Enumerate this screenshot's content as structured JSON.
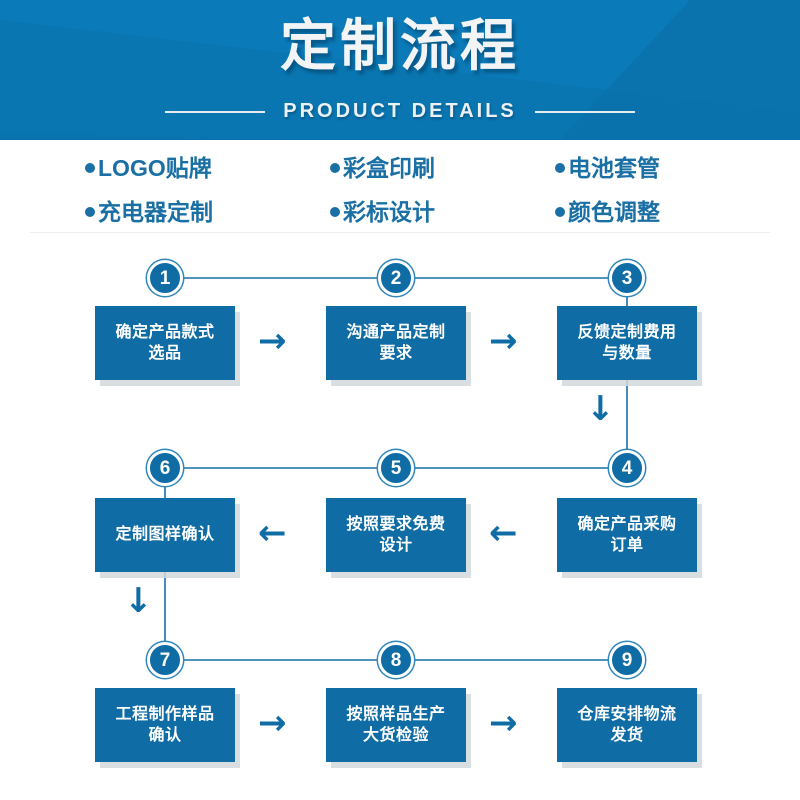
{
  "banner": {
    "title": "定制流程",
    "subtitle": "PRODUCT DETAILS",
    "bg_color": "#0b7ab8",
    "title_color": "#f2f4f5"
  },
  "features": {
    "items": [
      {
        "label": "LOGO贴牌"
      },
      {
        "label": "彩盒印刷"
      },
      {
        "label": "电池套管"
      },
      {
        "label": "充电器定制"
      },
      {
        "label": "彩标设计"
      },
      {
        "label": "颜色调整"
      }
    ],
    "text_color": "#1a6fa4"
  },
  "flowchart": {
    "box_color": "#0f6ca5",
    "line_color": "#1a6fa4",
    "steps": [
      {
        "number": "1",
        "label": "确定产品款式\n选品"
      },
      {
        "number": "2",
        "label": "沟通产品定制\n要求"
      },
      {
        "number": "3",
        "label": "反馈定制费用\n与数量"
      },
      {
        "number": "4",
        "label": "确定产品采购\n订单"
      },
      {
        "number": "5",
        "label": "按照要求免费\n设计"
      },
      {
        "number": "6",
        "label": "定制图样确认"
      },
      {
        "number": "7",
        "label": "工程制作样品\n确认"
      },
      {
        "number": "8",
        "label": "按照样品生产\n大货检验"
      },
      {
        "number": "9",
        "label": "仓库安排物流\n发货"
      }
    ],
    "connectors": [
      {
        "name": "arrow-1-to-2",
        "glyph": "→"
      },
      {
        "name": "arrow-2-to-3",
        "glyph": "→"
      },
      {
        "name": "arrow-3-to-4",
        "glyph": "↓"
      },
      {
        "name": "arrow-4-to-5",
        "glyph": "←"
      },
      {
        "name": "arrow-5-to-6",
        "glyph": "←"
      },
      {
        "name": "arrow-6-to-7",
        "glyph": "↓"
      },
      {
        "name": "arrow-7-to-8",
        "glyph": "→"
      },
      {
        "name": "arrow-8-to-9",
        "glyph": "→"
      }
    ]
  }
}
